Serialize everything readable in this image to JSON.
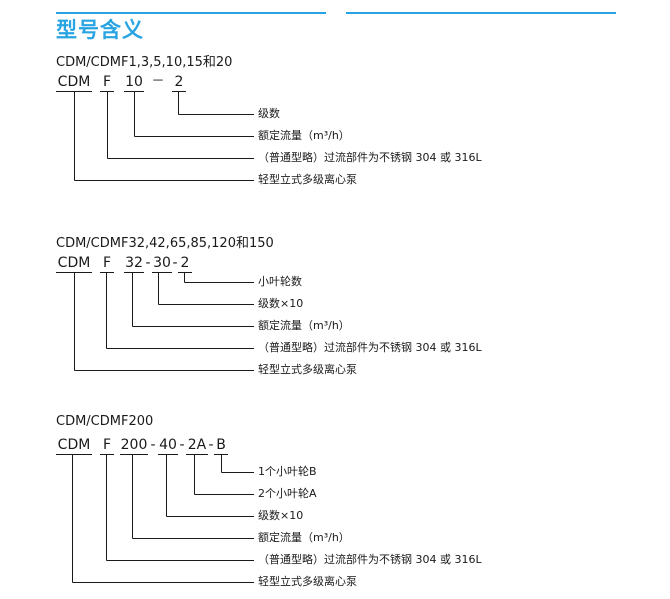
{
  "title": "型号含义",
  "sections": [
    {
      "heading": "CDM/CDMF1,3,5,10,15和20",
      "codes": [
        "CDM",
        "F",
        "10",
        "－",
        "2"
      ],
      "descs": [
        "级数",
        "额定流量（m³/h）",
        "（普通型略）过流部件为不锈钢 304 或 316L",
        "轻型立式多级离心泵"
      ]
    },
    {
      "heading": "CDM/CDMF32,42,65,85,120和150",
      "codes": [
        "CDM",
        "F",
        "32",
        "-",
        "30",
        "-",
        "2"
      ],
      "descs": [
        "小叶轮数",
        "级数×10",
        "额定流量（m³/h）",
        "（普通型略）过流部件为不锈钢 304 或 316L",
        "轻型立式多级离心泵"
      ]
    },
    {
      "heading": "CDM/CDMF200",
      "codes": [
        "CDM",
        "F",
        "200",
        "-",
        "40",
        "-",
        "2A",
        "-",
        "B"
      ],
      "descs": [
        "1个小叶轮B",
        "2个小叶轮A",
        "级数×10",
        "额定流量（m³/h）",
        "（普通型略）过流部件为不锈钢 304 或 316L",
        "轻型立式多级离心泵"
      ]
    }
  ]
}
